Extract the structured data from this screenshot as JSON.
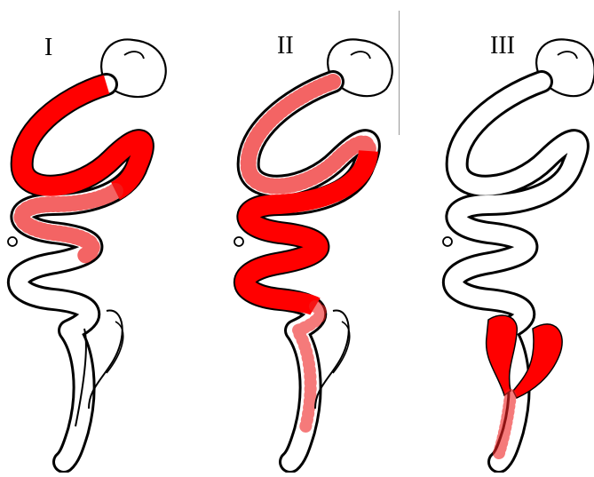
{
  "panels": [
    {
      "label": "I"
    },
    {
      "label": "II"
    },
    {
      "label": "III"
    }
  ],
  "colors": {
    "highlight": "#ff0000",
    "outline": "#000000",
    "stipple": "#ee2222",
    "background": "#ffffff"
  }
}
